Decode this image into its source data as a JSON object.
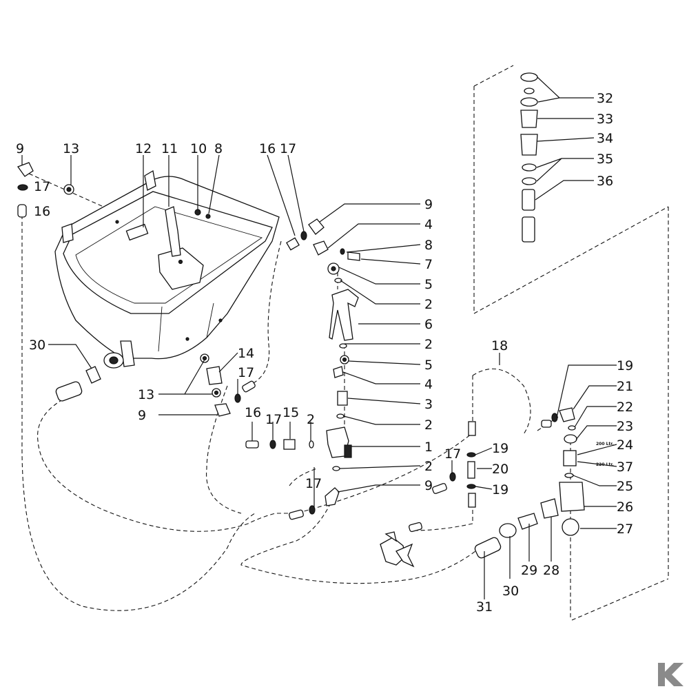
{
  "labels": [
    {
      "id": "9a",
      "text": "9"
    },
    {
      "id": "13a",
      "text": "13"
    },
    {
      "id": "12",
      "text": "12"
    },
    {
      "id": "11",
      "text": "11"
    },
    {
      "id": "10",
      "text": "10"
    },
    {
      "id": "8a",
      "text": "8"
    },
    {
      "id": "16a",
      "text": "16"
    },
    {
      "id": "17a",
      "text": "17"
    },
    {
      "id": "17b",
      "text": "17"
    },
    {
      "id": "16b",
      "text": "16"
    },
    {
      "id": "9b",
      "text": "9"
    },
    {
      "id": "4a",
      "text": "4"
    },
    {
      "id": "8b",
      "text": "8"
    },
    {
      "id": "7",
      "text": "7"
    },
    {
      "id": "5a",
      "text": "5"
    },
    {
      "id": "2a",
      "text": "2"
    },
    {
      "id": "6",
      "text": "6"
    },
    {
      "id": "2b",
      "text": "2"
    },
    {
      "id": "5b",
      "text": "5"
    },
    {
      "id": "4b",
      "text": "4"
    },
    {
      "id": "3",
      "text": "3"
    },
    {
      "id": "2c",
      "text": "2"
    },
    {
      "id": "1",
      "text": "1"
    },
    {
      "id": "2d",
      "text": "2"
    },
    {
      "id": "9c",
      "text": "9"
    },
    {
      "id": "30a",
      "text": "30"
    },
    {
      "id": "14",
      "text": "14"
    },
    {
      "id": "17c",
      "text": "17"
    },
    {
      "id": "13b",
      "text": "13"
    },
    {
      "id": "9d",
      "text": "9"
    },
    {
      "id": "16c",
      "text": "16"
    },
    {
      "id": "17d",
      "text": "17"
    },
    {
      "id": "15",
      "text": "15"
    },
    {
      "id": "2e",
      "text": "2"
    },
    {
      "id": "17e",
      "text": "17"
    },
    {
      "id": "18",
      "text": "18"
    },
    {
      "id": "17f",
      "text": "17"
    },
    {
      "id": "19a",
      "text": "19"
    },
    {
      "id": "20",
      "text": "20"
    },
    {
      "id": "19b",
      "text": "19"
    },
    {
      "id": "19c",
      "text": "19"
    },
    {
      "id": "21",
      "text": "21"
    },
    {
      "id": "22",
      "text": "22"
    },
    {
      "id": "23",
      "text": "23"
    },
    {
      "id": "24",
      "text": "24"
    },
    {
      "id": "37",
      "text": "37"
    },
    {
      "id": "25",
      "text": "25"
    },
    {
      "id": "26",
      "text": "26"
    },
    {
      "id": "27",
      "text": "27"
    },
    {
      "id": "28",
      "text": "28"
    },
    {
      "id": "29",
      "text": "29"
    },
    {
      "id": "30b",
      "text": "30"
    },
    {
      "id": "31",
      "text": "31"
    },
    {
      "id": "32",
      "text": "32"
    },
    {
      "id": "33",
      "text": "33"
    },
    {
      "id": "34",
      "text": "34"
    },
    {
      "id": "35",
      "text": "35"
    },
    {
      "id": "36",
      "text": "36"
    }
  ],
  "variant_tags": {
    "upper": "200 Ltr.",
    "lower": "220 Ltr."
  },
  "watermark": "K",
  "colors": {
    "ink": "#111111",
    "background": "#ffffff",
    "watermark": "#8a8a8a"
  }
}
